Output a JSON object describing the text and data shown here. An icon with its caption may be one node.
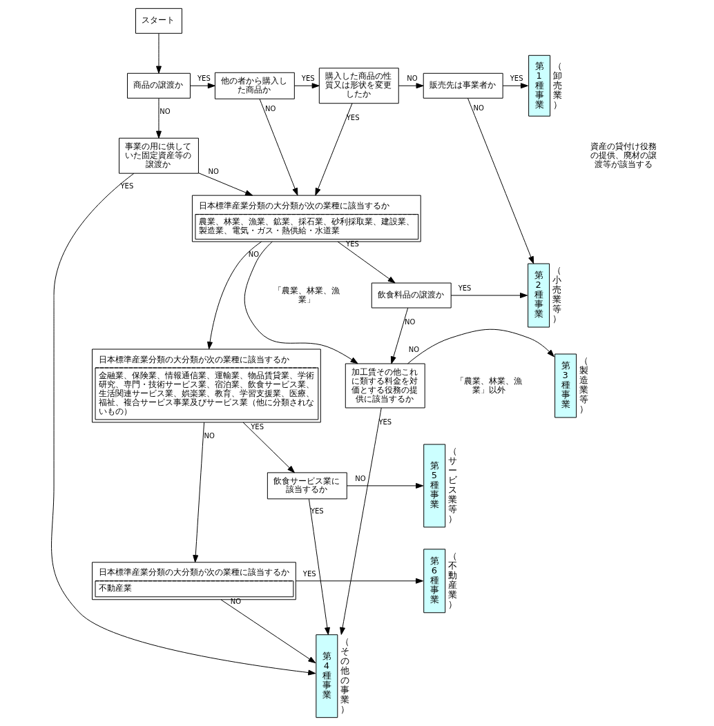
{
  "diagram": {
    "nodes": [
      {
        "text": [
          "スタート"
        ]
      },
      {
        "text": [
          "商品の譲渡か"
        ]
      },
      {
        "text": [
          "他の者から購入した商品か"
        ]
      },
      {
        "text": [
          "購入した商品の性質又は形状を変更したか"
        ]
      },
      {
        "text": [
          "販売先は事業者か"
        ]
      },
      {
        "text": [
          "第1種事業"
        ],
        "beside": [
          "（卸売業）"
        ]
      },
      {
        "text": [
          "事業の用に供していた固定資産等の譲渡か"
        ]
      },
      {
        "text": [
          "日本標準産業分類の大分類が次の業種に該当するか",
          "農業、林業、漁業、鉱業、採石業、砂利採取業、建設業、製造業、電気・ガス・熱供給・水道業"
        ]
      },
      {
        "text": [
          "飲食料品の譲渡か"
        ]
      },
      {
        "text": [
          "加工賃その他これに類する料金を対価とする役務の提供に該当するか"
        ]
      },
      {
        "text": [
          "第2種事業"
        ],
        "beside": [
          "（小売業等）"
        ]
      },
      {
        "text": [
          "第3種事業"
        ],
        "beside": [
          "（製造業等）"
        ]
      },
      {
        "text": [
          "日本標準産業分類の大分類が次の業種に該当するか",
          "金融業、保険業、情報通信業、運輸業、物品賃貸業、学術研究、専門・技術サービス業、宿泊業、飲食サービス業、生活関連サービス業、娯楽業、教育、学習支援業、医療、福祉、複合サービス事業及びサービス業（他に分類されないもの）"
        ]
      },
      {
        "text": [
          "飲食サービス業に該当するか"
        ]
      },
      {
        "text": [
          "第5種事業"
        ],
        "beside": [
          "（サービス業等）"
        ]
      },
      {
        "text": [
          "日本標準産業分類の大分類が次の業種に該当するか",
          "不動産業"
        ]
      },
      {
        "text": [
          "第6種事業"
        ],
        "beside": [
          "（不動産業）"
        ]
      },
      {
        "text": [
          "第4種事業"
        ],
        "beside": [
          "（その他の事業）"
        ]
      }
    ],
    "edges": [
      {
        "from": 0,
        "to": 1,
        "arrow": "to"
      },
      {
        "from": 1,
        "to": 2,
        "arrow": "to",
        "label": "YES"
      },
      {
        "from": 1,
        "to": 6,
        "arrow": "to",
        "label": "NO"
      },
      {
        "from": 2,
        "to": 3,
        "arrow": "to",
        "label": "YES"
      },
      {
        "from": 2,
        "to": 7,
        "arrow": "to",
        "label": "NO"
      },
      {
        "from": 3,
        "to": 4,
        "arrow": "to",
        "label": "NO"
      },
      {
        "from": 3,
        "to": 7,
        "arrow": "to",
        "label": "YES"
      },
      {
        "from": 4,
        "to": 5,
        "arrow": "to",
        "label": "YES"
      },
      {
        "from": 4,
        "to": 10,
        "arrow": "to",
        "label": "NO"
      },
      {
        "from": 6,
        "to": 7,
        "arrow": "to",
        "label": "NO"
      },
      {
        "from": 6,
        "to": 17,
        "arrow": "to",
        "label": "YES"
      },
      {
        "from": 7,
        "to": 8,
        "arrow": "to",
        "label": "YES"
      },
      {
        "from": 7,
        "to": 9,
        "arrow": "to"
      },
      {
        "from": 7,
        "to": 12,
        "arrow": "to",
        "label": "NO"
      },
      {
        "from": 8,
        "to": 10,
        "arrow": "to",
        "label": "YES"
      },
      {
        "from": 8,
        "to": 9,
        "arrow": "to",
        "label": "NO"
      },
      {
        "from": 9,
        "to": 11,
        "arrow": "to",
        "label": "NO"
      },
      {
        "from": 9,
        "to": 17,
        "arrow": "to",
        "label": "YES"
      },
      {
        "from": 12,
        "to": 13,
        "arrow": "to",
        "label": "YES"
      },
      {
        "from": 12,
        "to": 15,
        "arrow": "to",
        "label": "NO"
      },
      {
        "from": 13,
        "to": 14,
        "arrow": "to",
        "label": "NO"
      },
      {
        "from": 13,
        "to": 17,
        "arrow": "to",
        "label": "YES"
      },
      {
        "from": 15,
        "to": 16,
        "arrow": "to",
        "label": "YES"
      },
      {
        "from": 15,
        "to": 17,
        "arrow": "to",
        "label": "NO"
      }
    ],
    "labels": [
      "資産の貸付け役務の提供、廃材の譲渡等が該当する",
      "「農業、林業、漁業」",
      "「農業、林業、漁業」以外"
    ]
  }
}
